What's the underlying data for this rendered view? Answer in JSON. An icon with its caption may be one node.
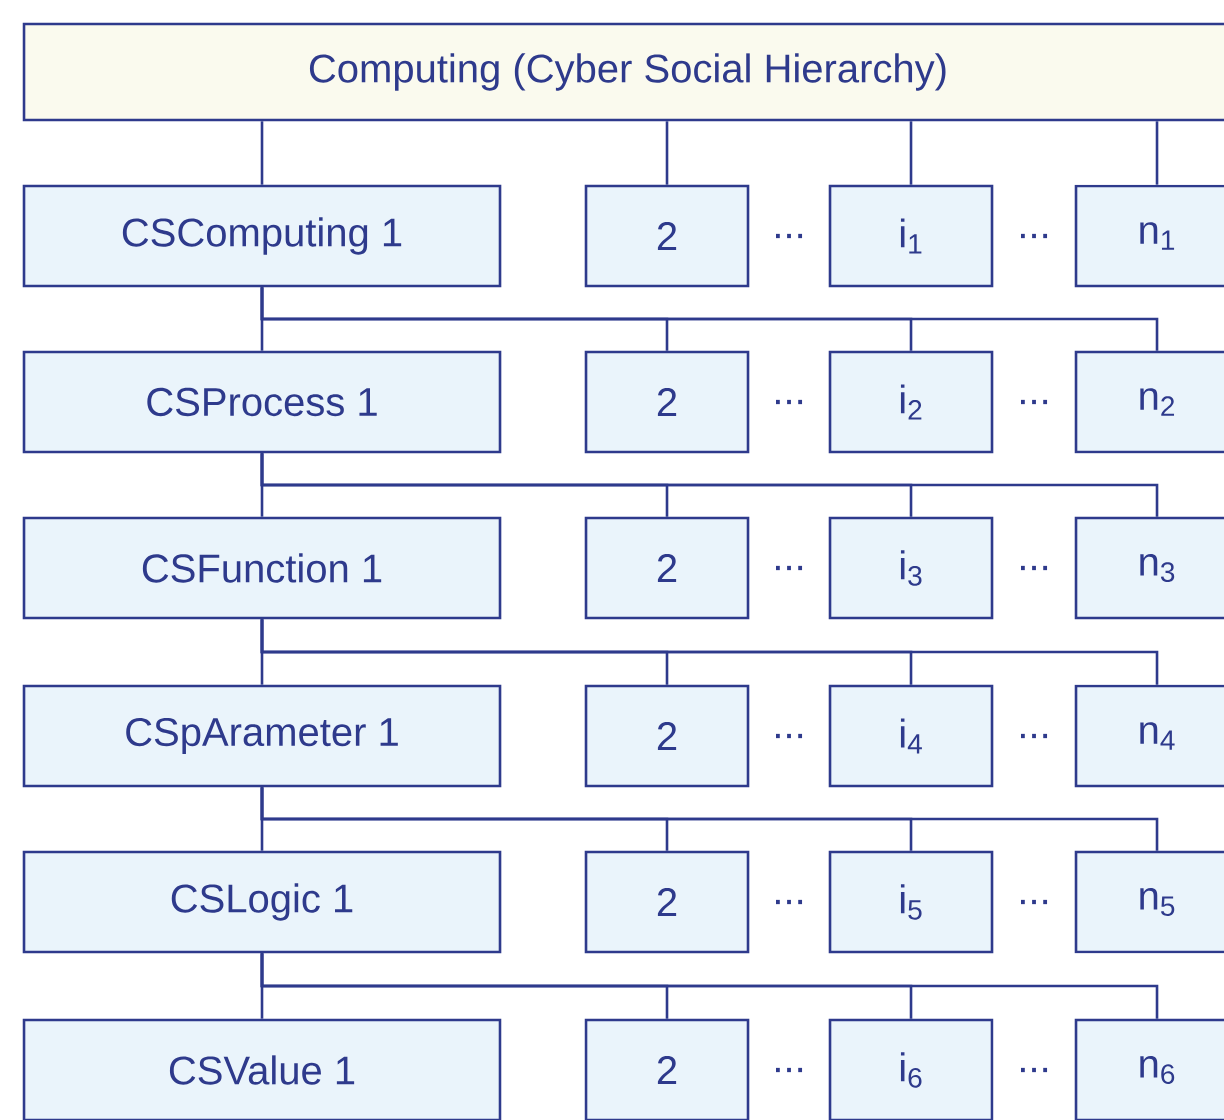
{
  "diagram": {
    "nodes": [
      {
        "text": [
          "Computing (Cyber Social Hierarchy)"
        ]
      },
      {
        "text": [
          "CSComputing 1"
        ]
      },
      {
        "text": [
          "2"
        ]
      },
      {
        "text": [
          "i$_{1}$"
        ]
      },
      {
        "text": [
          "n$_{1}$"
        ]
      },
      {
        "text": [
          "CSProcess 1"
        ]
      },
      {
        "text": [
          "2"
        ]
      },
      {
        "text": [
          "i$_{2}$"
        ]
      },
      {
        "text": [
          "n$_{2}$"
        ]
      },
      {
        "text": [
          "CSFunction 1"
        ]
      },
      {
        "text": [
          "2"
        ]
      },
      {
        "text": [
          "i$_{3}$"
        ]
      },
      {
        "text": [
          "n$_{3}$"
        ]
      },
      {
        "text": [
          "CSpArameter 1"
        ]
      },
      {
        "text": [
          "2"
        ]
      },
      {
        "text": [
          "i$_{4}$"
        ]
      },
      {
        "text": [
          "n$_{4}$"
        ]
      },
      {
        "text": [
          "CSLogic 1"
        ]
      },
      {
        "text": [
          "2"
        ]
      },
      {
        "text": [
          "i$_{5}$"
        ]
      },
      {
        "text": [
          "n$_{5}$"
        ]
      },
      {
        "text": [
          "CSValue 1"
        ]
      },
      {
        "text": [
          "2"
        ]
      },
      {
        "text": [
          "i$_{6}$"
        ]
      },
      {
        "text": [
          "n$_{6}$"
        ]
      }
    ],
    "edges": [
      {
        "from": 0,
        "to": 1,
        "arrow": "none"
      },
      {
        "from": 0,
        "to": 2,
        "arrow": "none"
      },
      {
        "from": 0,
        "to": 3,
        "arrow": "none"
      },
      {
        "from": 0,
        "to": 4,
        "arrow": "none"
      },
      {
        "from": 1,
        "to": 5,
        "arrow": "none"
      },
      {
        "from": 1,
        "to": 6,
        "arrow": "none"
      },
      {
        "from": 1,
        "to": 7,
        "arrow": "none"
      },
      {
        "from": 1,
        "to": 8,
        "arrow": "none"
      },
      {
        "from": 5,
        "to": 9,
        "arrow": "none"
      },
      {
        "from": 5,
        "to": 10,
        "arrow": "none"
      },
      {
        "from": 5,
        "to": 11,
        "arrow": "none"
      },
      {
        "from": 5,
        "to": 12,
        "arrow": "none"
      },
      {
        "from": 9,
        "to": 13,
        "arrow": "none"
      },
      {
        "from": 9,
        "to": 14,
        "arrow": "none"
      },
      {
        "from": 9,
        "to": 15,
        "arrow": "none"
      },
      {
        "from": 9,
        "to": 16,
        "arrow": "none"
      },
      {
        "from": 13,
        "to": 17,
        "arrow": "none"
      },
      {
        "from": 13,
        "to": 18,
        "arrow": "none"
      },
      {
        "from": 13,
        "to": 19,
        "arrow": "none"
      },
      {
        "from": 13,
        "to": 20,
        "arrow": "none"
      },
      {
        "from": 17,
        "to": 21,
        "arrow": "none"
      },
      {
        "from": 17,
        "to": 22,
        "arrow": "none"
      },
      {
        "from": 17,
        "to": 23,
        "arrow": "none"
      },
      {
        "from": 17,
        "to": 24,
        "arrow": "none"
      }
    ],
    "labels": [
      "...",
      "...",
      "...",
      "...",
      "...",
      "...",
      "...",
      "...",
      "...",
      "...",
      "...",
      "..."
    ]
  }
}
